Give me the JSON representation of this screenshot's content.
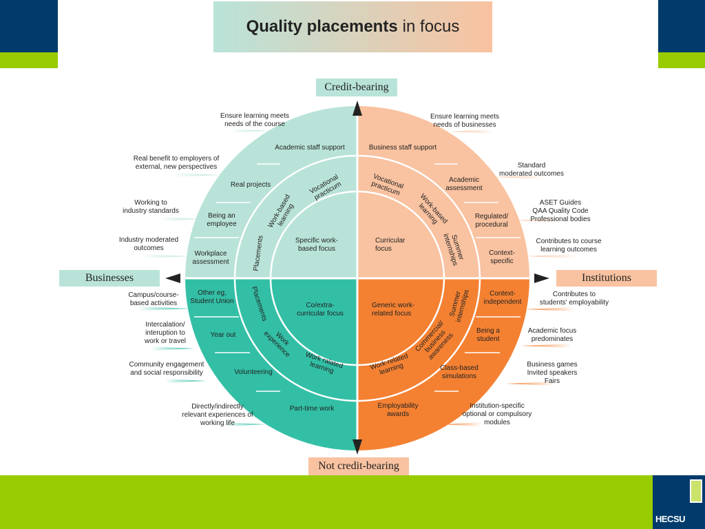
{
  "title": {
    "bold": "Quality placements",
    "rest": "in focus"
  },
  "axes": {
    "top": "Credit-bearing",
    "bottom": "Not credit-bearing",
    "left": "Businesses",
    "right": "Institutions"
  },
  "center": {
    "top_left": [
      "Specific work-",
      "based focus"
    ],
    "top_right": [
      "Curricular",
      "focus"
    ],
    "bottom_left": [
      "Co/extra-",
      "curricular focus"
    ],
    "bottom_right": [
      "Generic work-",
      "related focus"
    ]
  },
  "middle_ring": {
    "top_left": {
      "vocational": [
        "Vocational",
        "practicum"
      ],
      "work_based": [
        "Work-based",
        "learning"
      ],
      "placements": "Placements"
    },
    "top_right": {
      "vocational": [
        "Vocational",
        "practicum"
      ],
      "work_based": [
        "Work-based",
        "learning"
      ],
      "summer": [
        "Summer",
        "internships"
      ]
    },
    "bottom_left": {
      "placements": "Placements",
      "work_experience": [
        "Work",
        "experience"
      ],
      "work_related": [
        "Work ralated",
        "learning"
      ]
    },
    "bottom_right": {
      "summer": [
        "Summer",
        "internships"
      ],
      "commercial": [
        "Commercial/",
        "business",
        "awareness"
      ],
      "work_related": [
        "Work-related",
        "learning"
      ]
    }
  },
  "outer_ring": {
    "left_top": [
      [
        "Academic staff support"
      ],
      [
        "Real projects"
      ],
      [
        "Being an",
        "employee"
      ],
      [
        "Workplace",
        "assessment"
      ]
    ],
    "left_bottom": [
      [
        "Other eg,",
        "Student Union"
      ],
      [
        "Year out"
      ],
      [
        "Volunteering"
      ],
      [
        "Part-time work"
      ]
    ],
    "right_top": [
      [
        "Business staff support"
      ],
      [
        "Academic",
        "assessment"
      ],
      [
        "Regulated/",
        "procedural"
      ],
      [
        "Context-",
        "specific"
      ]
    ],
    "right_bottom": [
      [
        "Context-",
        "independent"
      ],
      [
        "Being a",
        "student"
      ],
      [
        "Class-based",
        "simulations"
      ],
      [
        "Employability",
        "awards"
      ]
    ]
  },
  "annotations": {
    "left": [
      [
        "Ensure learning meets",
        "needs of the course"
      ],
      [
        "Real benefit to employers of",
        "external, new perspectives"
      ],
      [
        "Working to",
        "industry standards"
      ],
      [
        "Industry moderated",
        "outcomes"
      ],
      [
        "Campus/course-",
        "based activities"
      ],
      [
        "Intercalation/",
        "interuption to",
        "work or travel"
      ],
      [
        "Community engagement",
        "and social responsibility"
      ],
      [
        "Directly/indirectly",
        "relevant experiences of",
        "working life"
      ]
    ],
    "right": [
      [
        "Ensure learning meets",
        "needs of businesses"
      ],
      [
        "Standard",
        "moderated outcomes"
      ],
      [
        "ASET Guides",
        "QAA Quality Code",
        "Professional bodies"
      ],
      [
        "Contributes to course",
        "learning outcomes"
      ],
      [
        "Contributes to",
        "students' employability"
      ],
      [
        "Academic focus",
        "predominates"
      ],
      [
        "Business games",
        "Invited speakers",
        "Fairs"
      ],
      [
        "Institution-specific",
        "optional or compulsory",
        "modules"
      ]
    ]
  },
  "logo": "HECSU",
  "colors": {
    "navy": "#003b6b",
    "green": "#99cc00",
    "mint_light": "#b9e3d9",
    "peach_light": "#f9c2a0",
    "teal": "#33bfa6",
    "orange": "#f48132"
  }
}
